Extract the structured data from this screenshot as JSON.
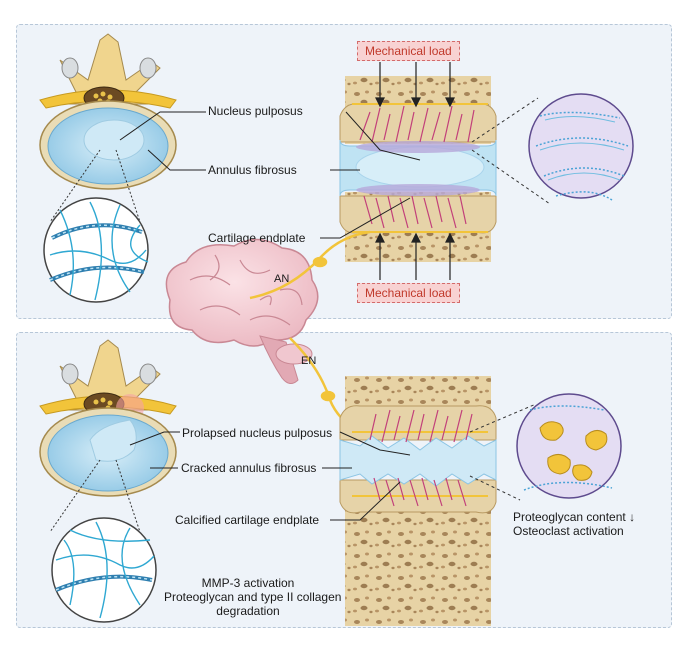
{
  "top": {
    "labels": {
      "nucleus": "Nucleus pulposus",
      "annulus": "Annulus fibrosus",
      "endplate": "Cartilage endplate"
    },
    "load_top": "Mechanical load",
    "load_bottom": "Mechanical load"
  },
  "nerves": {
    "afferent": "AN",
    "efferent": "EN"
  },
  "bottom": {
    "labels": {
      "prolapsed": "Prolapsed nucleus pulposus",
      "cracked": "Cracked annulus fibrosus",
      "calcified": "Calcified cartilage endplate"
    },
    "caption_left": [
      "MMP-3 activation",
      "Proteoglycan and type II collagen",
      "degradation"
    ],
    "caption_right": [
      "Proteoglycan content ↓",
      "Osteoclast activation"
    ]
  },
  "colors": {
    "panel_bg": "#eef3f9",
    "bone": "#e8d5a8",
    "disc": "#a9d4ec",
    "nerve": "#f2c43a",
    "fiber": "#c2407a",
    "collagen": "#2f9ec4",
    "load_text": "#c0392b"
  }
}
